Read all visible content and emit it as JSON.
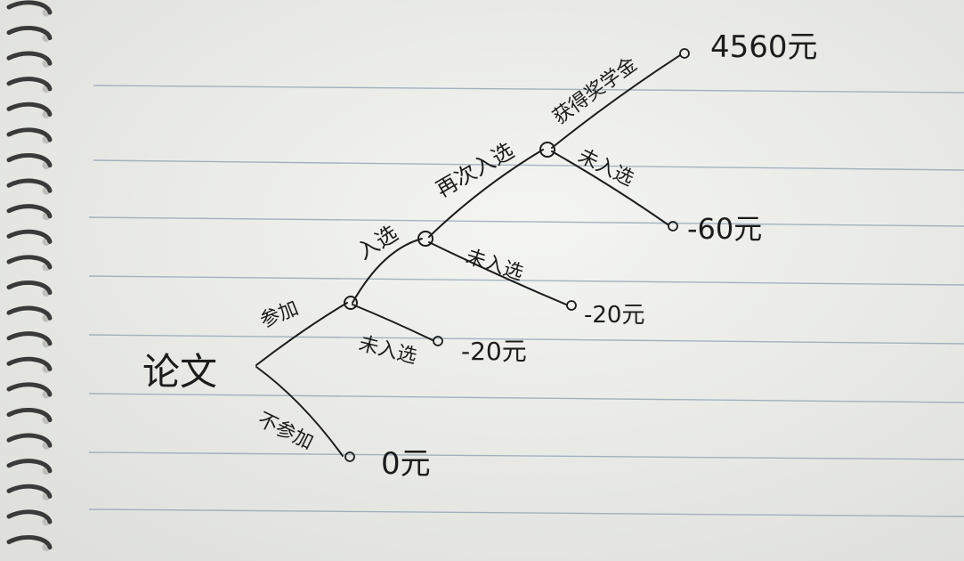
{
  "diagram": {
    "root": {
      "label": "论文"
    },
    "branches": {
      "participate": {
        "label": "参加"
      },
      "not_participate": {
        "label": "不参加",
        "outcome": "0元"
      },
      "not_selected_1": {
        "label": "未入选",
        "outcome": "-20元"
      },
      "selected": {
        "label": "入选"
      },
      "not_selected_2": {
        "label": "未入选",
        "outcome": "-20元"
      },
      "second_selected": {
        "label": "再次入选"
      },
      "not_selected_3": {
        "label": "未入选",
        "outcome": "-60元"
      },
      "award": {
        "label": "获得奖学金",
        "outcome": "4560元"
      }
    }
  },
  "colors": {
    "paper": "#f1f2ef",
    "ruled_line": "#9aa6b6",
    "ink": "#1c1c1c",
    "spiral": "#3a3a3a"
  }
}
